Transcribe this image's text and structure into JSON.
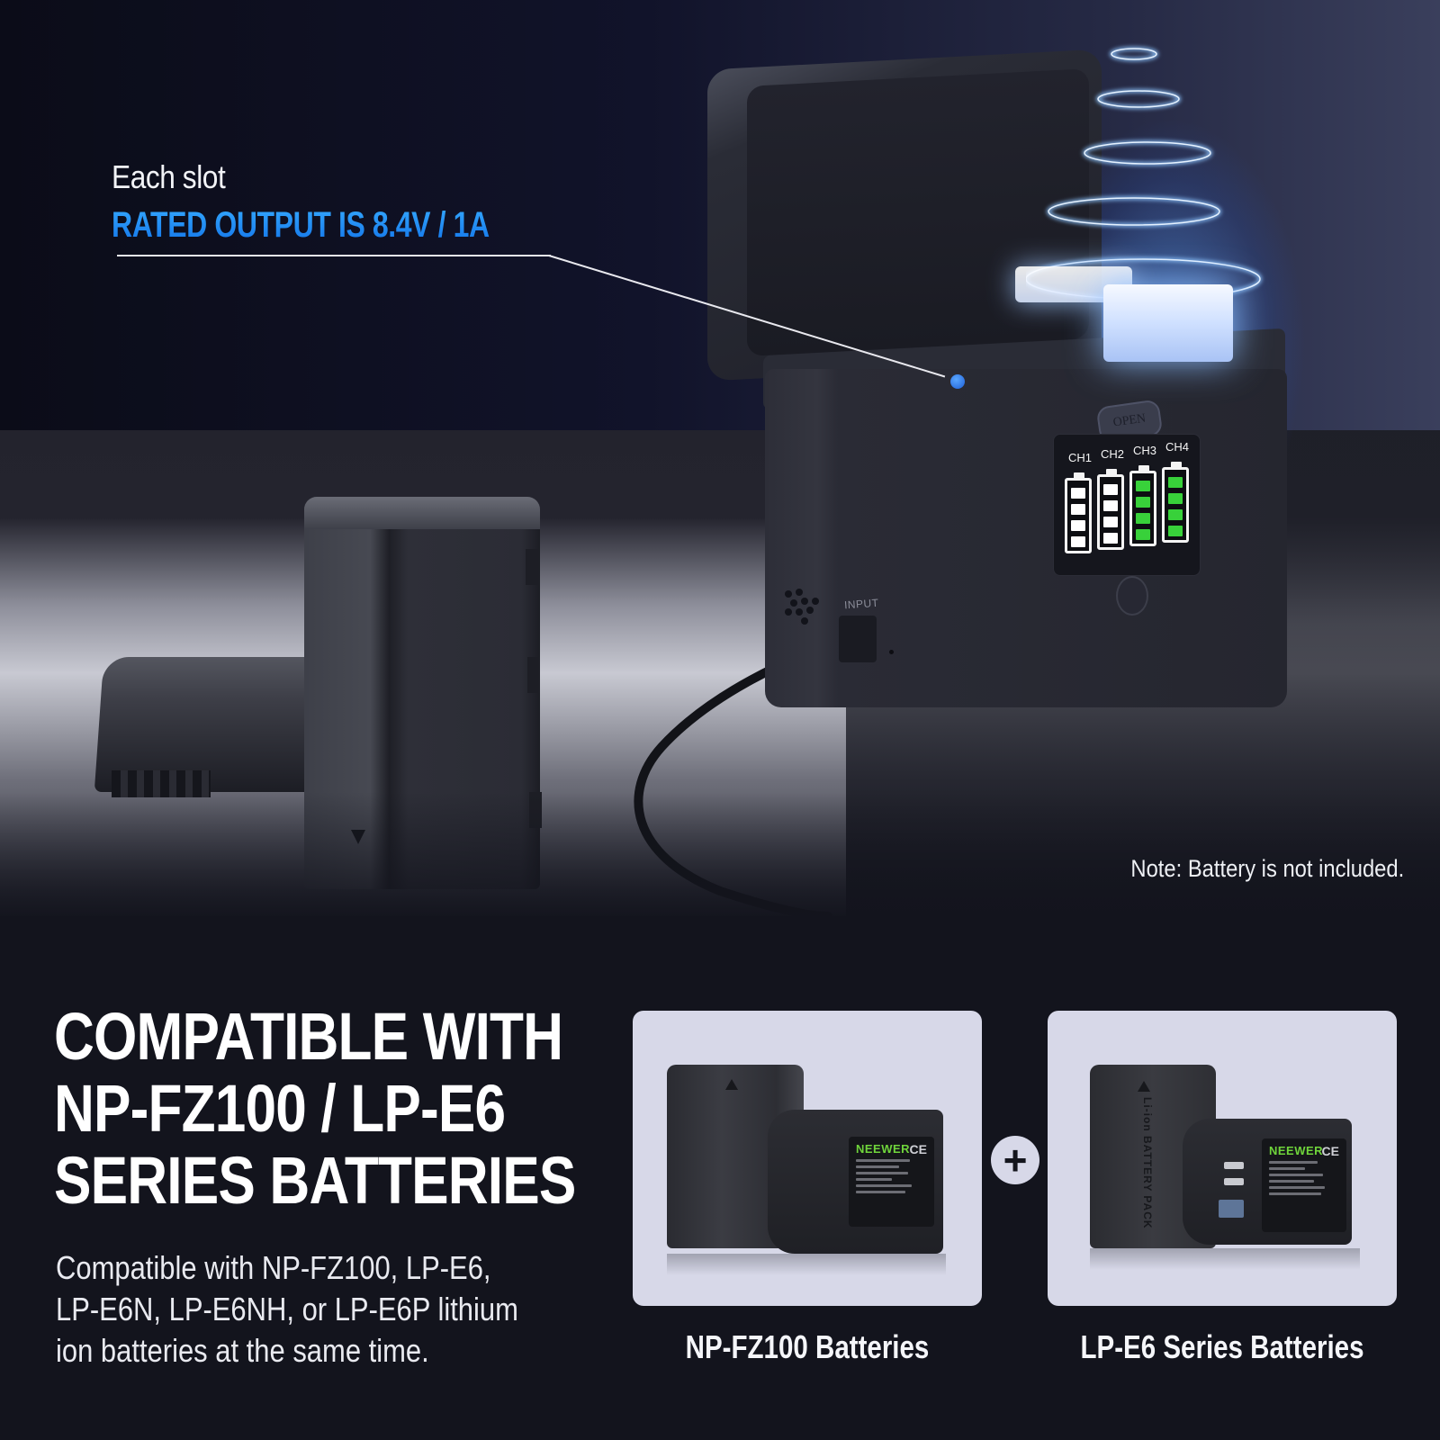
{
  "hero": {
    "callout": {
      "line1": "Each slot",
      "line2": "RATED OUTPUT IS 8.4V / 1A",
      "accent_color": "#1a8cff"
    },
    "charger": {
      "open_button_label": "OPEN",
      "input_port_label": "INPUT",
      "channels": [
        {
          "label": "CH1",
          "segments_lit": 4,
          "color": "#ffffff"
        },
        {
          "label": "CH2",
          "segments_lit": 4,
          "color": "#ffffff"
        },
        {
          "label": "CH3",
          "segments_lit": 4,
          "color": "#38d13a"
        },
        {
          "label": "CH4",
          "segments_lit": 4,
          "color": "#38d13a"
        }
      ]
    },
    "note": "Note: Battery is not included."
  },
  "compat": {
    "headline": [
      "COMPATIBLE WITH",
      "NP-FZ100 / LP-E6",
      "SERIES BATTERIES"
    ],
    "description": [
      "Compatible with NP-FZ100, LP-E6,",
      "LP-E6N, LP-E6NH, or LP-E6P lithium",
      "ion batteries at the same time."
    ],
    "cards": [
      {
        "label": "NP-FZ100 Batteries",
        "brand": "NEEWER",
        "mark": "CE"
      },
      {
        "label": "LP-E6 Series Batteries",
        "brand": "NEEWER",
        "mark": "CE",
        "side_text": "Li-ion BATTERY PACK"
      }
    ],
    "plus_symbol": "+"
  }
}
